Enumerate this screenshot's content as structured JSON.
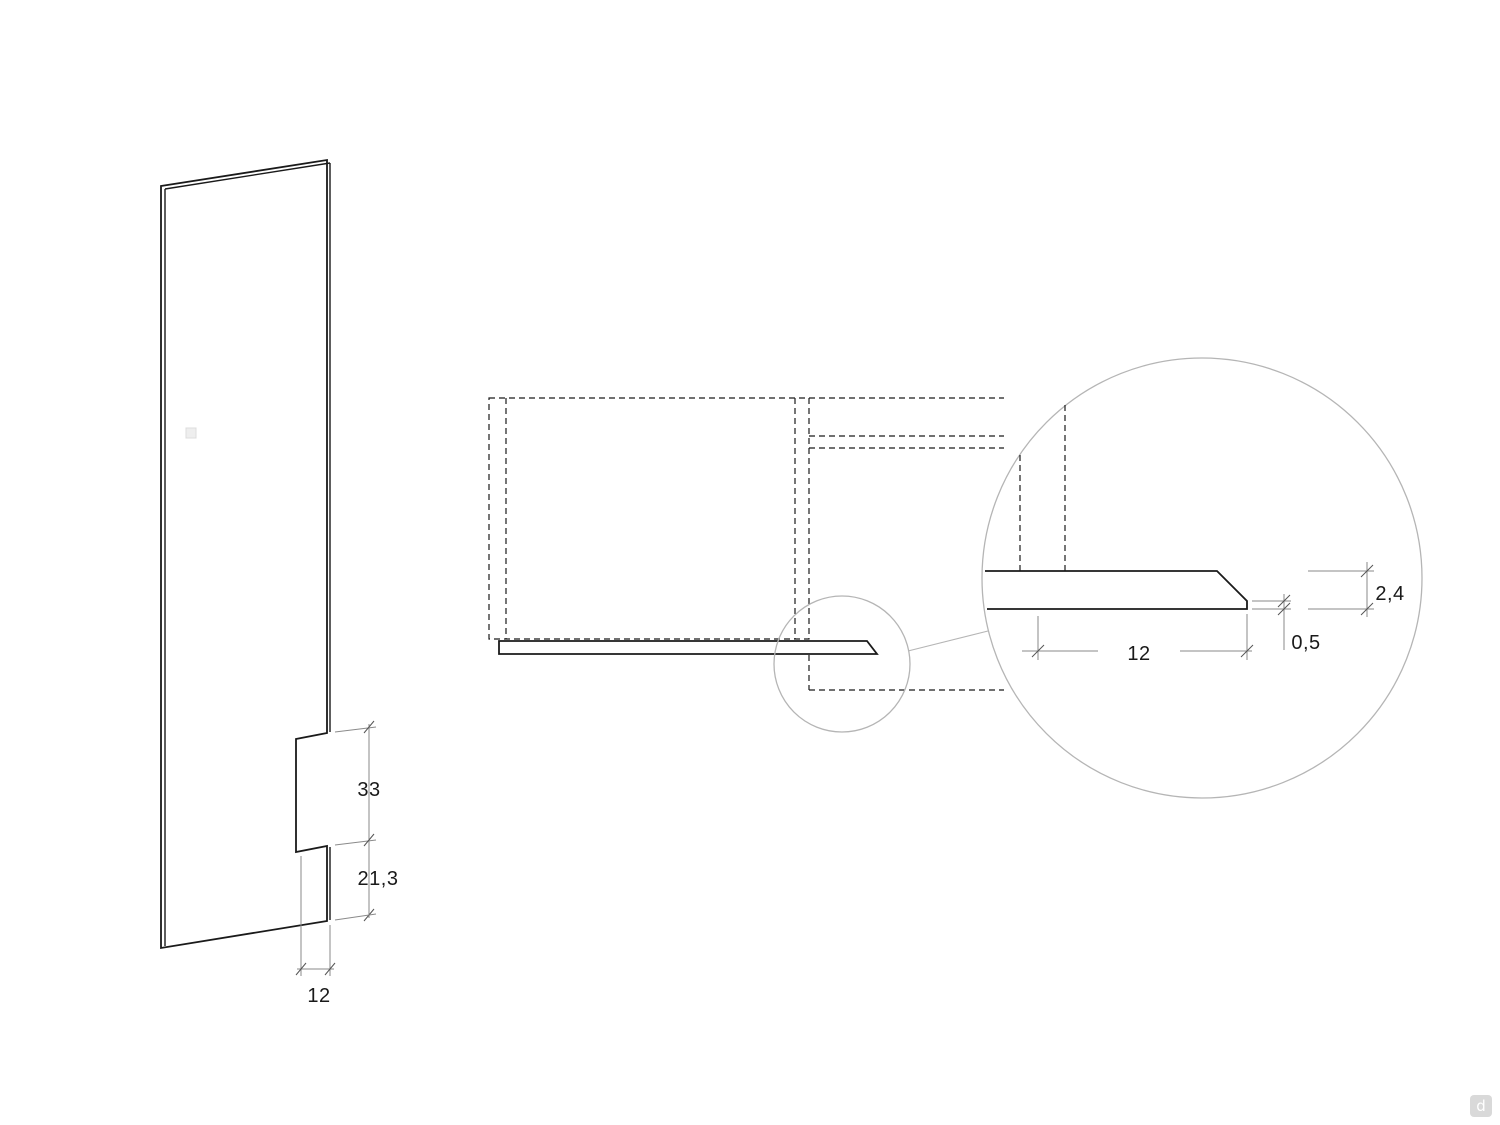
{
  "panel_view": {
    "dimensions": {
      "notch_height": "33",
      "notch_to_bottom": "21,3",
      "notch_depth": "12"
    }
  },
  "detail_view": {
    "dimensions": {
      "profile_length": "12",
      "edge_thickness": "2,4",
      "tip_thickness": "0,5"
    }
  },
  "watermark": {
    "text": "d",
    "icon": "brand-logo-icon"
  }
}
